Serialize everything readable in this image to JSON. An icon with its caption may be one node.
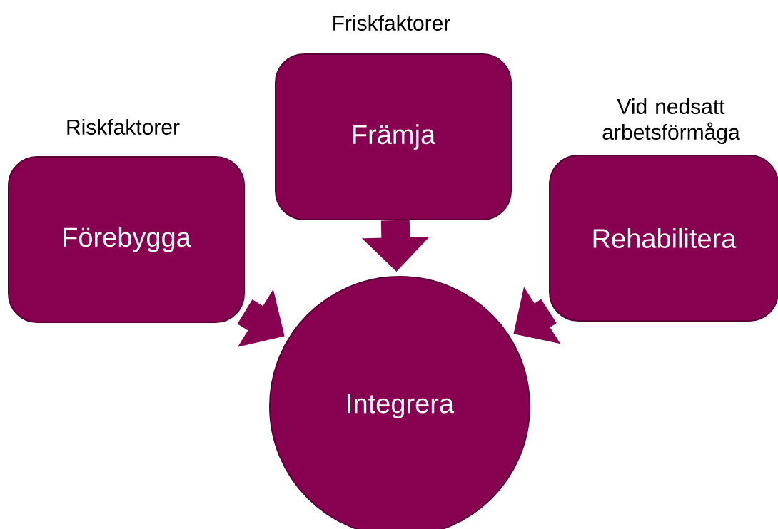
{
  "diagram": {
    "nodes": [
      {
        "text": [
          "Riskfaktorer",
          "Förebygga"
        ]
      },
      {
        "text": [
          "Friskfaktorer",
          "Främja"
        ]
      },
      {
        "text": [
          "Vid nedsatt arbetsförmåga",
          "Rehabilitera"
        ]
      },
      {
        "text": [
          "Integrera"
        ]
      }
    ],
    "edges": [
      {
        "from": 0,
        "to": 3,
        "arrow": "to"
      },
      {
        "from": 1,
        "to": 3,
        "arrow": "to"
      },
      {
        "from": 2,
        "to": 3,
        "arrow": "to"
      }
    ]
  }
}
